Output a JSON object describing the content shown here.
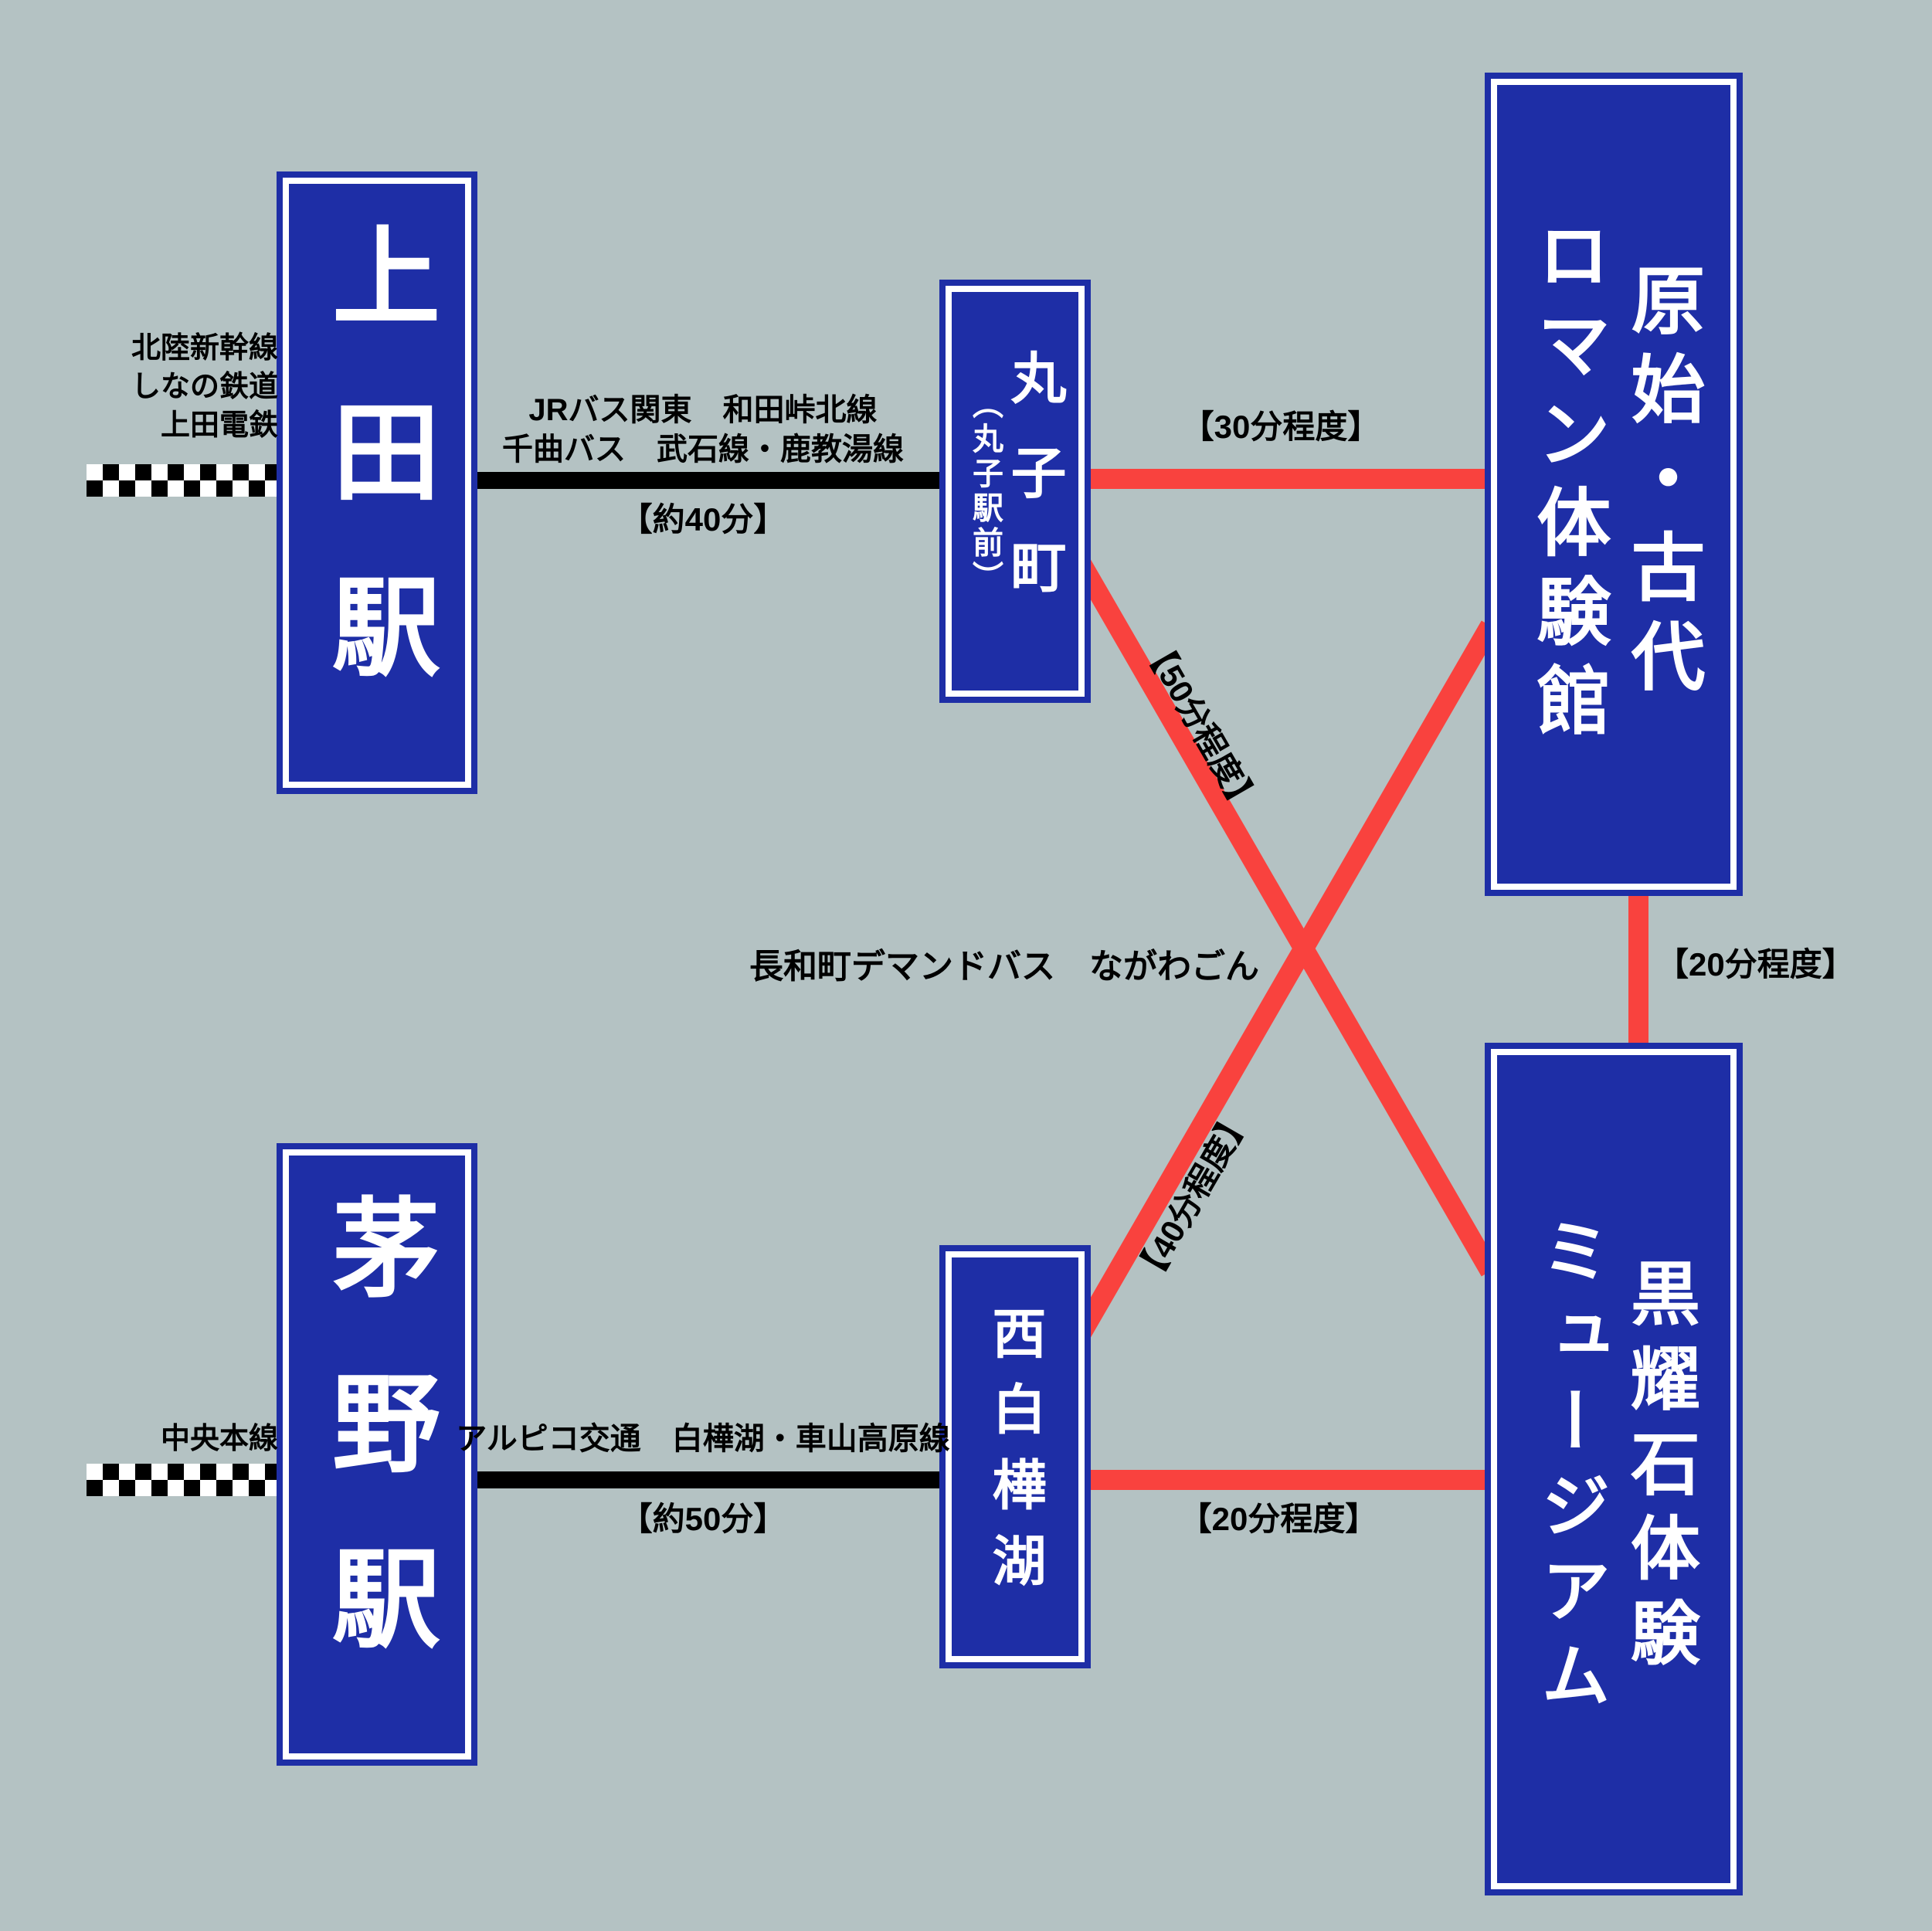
{
  "colors": {
    "background": "#b4c2c3",
    "box_blue": "#1e2ea6",
    "route_red": "#f9423e",
    "line_black": "#000000",
    "text_white": "#ffffff"
  },
  "stations": {
    "ueda": "上田駅",
    "chino": "茅野駅",
    "maruko_main": "丸子町",
    "maruko_sub": "（丸子駅前）",
    "nishi_shirakabako": "西白樺湖"
  },
  "facilities": {
    "roman_col1": "原始・古代",
    "roman_col2": "ロマン体験館",
    "obsidian_col1": "黒耀石体験",
    "obsidian_col2": "ミュージアム"
  },
  "rail": {
    "ueda_lines": [
      "北陸新幹線",
      "しなの鉄道",
      "上田電鉄"
    ],
    "chino_lines": [
      "中央本線"
    ]
  },
  "bus": {
    "ueda_maruko": {
      "line1": "JRバス関東　和田峠北線",
      "line2": "千曲バス　武石線・鹿教湯線",
      "time": "【約40分】"
    },
    "chino_nishi": {
      "line1": "アルピコ交通　白樺湖・車山高原線",
      "time": "【約50分】"
    }
  },
  "demand": {
    "caption": "長和町デマンドバス　ながわごん",
    "time_maruko_roman": "【30分程度】",
    "time_maruko_obsidian": "【50分程度】",
    "time_nishi_roman": "【40分程度】",
    "time_nishi_obsidian": "【20分程度】",
    "time_roman_obsidian": "【20分程度】"
  }
}
